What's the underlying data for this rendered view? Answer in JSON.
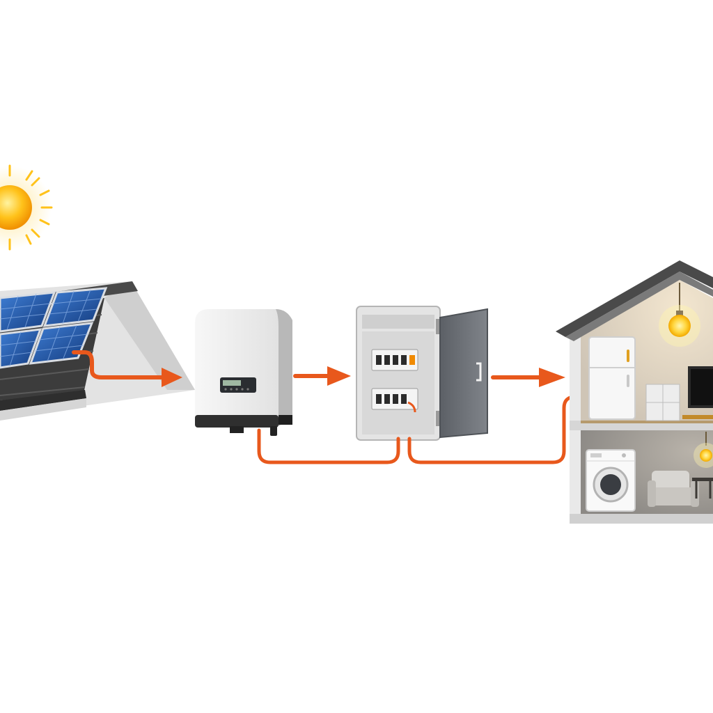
{
  "diagram": {
    "title": "",
    "nodes": [
      {
        "id": "sun",
        "icon": "sun-icon"
      },
      {
        "id": "solar-panels",
        "icon": "solar-panel-icon"
      },
      {
        "id": "inverter",
        "icon": "inverter-icon"
      },
      {
        "id": "breaker-panel",
        "icon": "breaker-panel-icon"
      },
      {
        "id": "house",
        "icon": "house-icon"
      }
    ],
    "edges": [
      {
        "from": "solar-panels",
        "to": "inverter",
        "style": "arrow"
      },
      {
        "from": "inverter",
        "to": "breaker-panel",
        "style": "arrow"
      },
      {
        "from": "breaker-panel",
        "to": "house",
        "style": "arrow"
      },
      {
        "from": "inverter",
        "to": "breaker-panel",
        "style": "cable"
      },
      {
        "from": "breaker-panel",
        "to": "house",
        "style": "cable"
      }
    ],
    "house_appliances": [
      "refrigerator-icon",
      "light-bulb-icon",
      "television-icon",
      "washing-machine-icon",
      "sofa-icon",
      "table-icon"
    ]
  },
  "colors": {
    "flow": "#e8581c",
    "panel_blue": "#1c4fa0",
    "roof": "#4a4a4a",
    "sun": "#f6a800",
    "cabinet": "#6b6e73",
    "background": "#ffffff"
  }
}
